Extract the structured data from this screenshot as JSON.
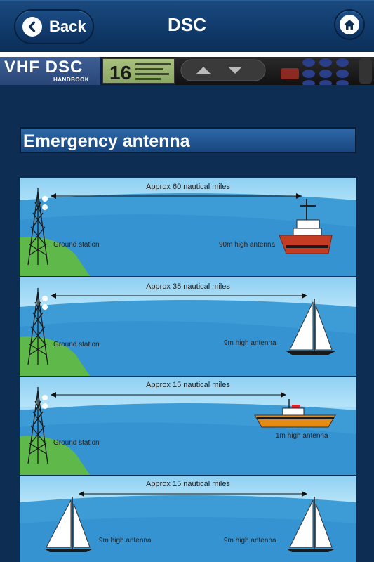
{
  "header": {
    "title": "DSC",
    "back_label": "Back",
    "back_icon": "chevron-left-icon",
    "home_icon": "home-icon"
  },
  "banner": {
    "logo_text": "VHF DSC",
    "logo_subtext": "HANDBOOK",
    "channel": "16"
  },
  "section": {
    "title": "Emergency antenna"
  },
  "diagrams": [
    {
      "distance": "Approx 60 nautical miles",
      "left_label": "Ground station",
      "right_label": "90m high antenna",
      "vessel": "ship"
    },
    {
      "distance": "Approx 35 nautical miles",
      "left_label": "Ground station",
      "right_label": "9m high antenna",
      "vessel": "sailboat"
    },
    {
      "distance": "Approx 15 nautical miles",
      "left_label": "Ground station",
      "right_label": "1m high antenna",
      "vessel": "motorboat"
    },
    {
      "distance": "Approx 15 nautical miles",
      "left_label": "9m high antenna",
      "right_label": "9m high antenna",
      "vessel": "two-sailboats"
    }
  ],
  "colors": {
    "header_bg": "#103a6a",
    "page_bg": "#0d2e52",
    "section_bg": "#2f67a7",
    "sea": "#3d9bd6",
    "sky": "#b5e3f8",
    "land": "#5fb84a",
    "ship_hull": "#c53c25"
  }
}
